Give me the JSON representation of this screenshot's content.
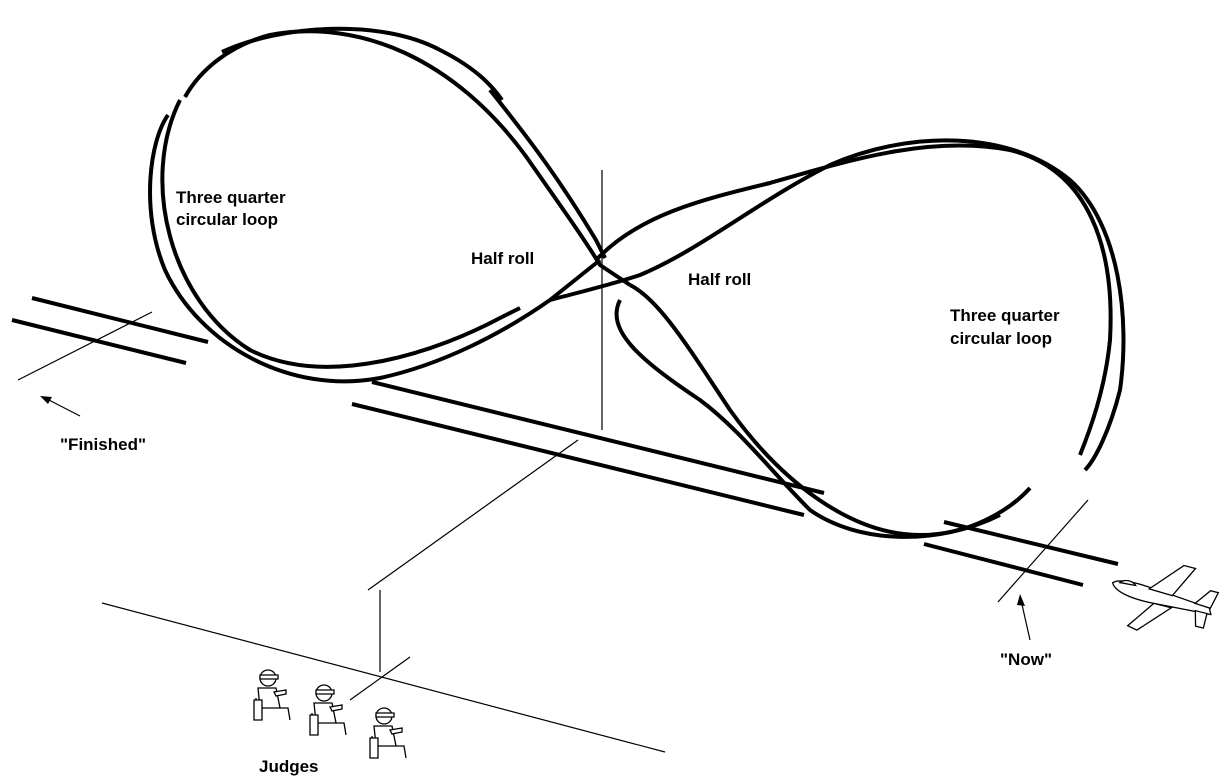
{
  "labels": {
    "loop_left_line1": "Three quarter",
    "loop_left_line2": "circular loop",
    "loop_right_line1": "Three quarter",
    "loop_right_line2": "circular  loop",
    "half_roll_left": "Half roll",
    "half_roll_right": "Half roll",
    "finished": "\"Finished\"",
    "now": "\"Now\"",
    "judges": "Judges"
  },
  "colors": {
    "ink": "#000000",
    "background": "#ffffff"
  },
  "icons": [
    "airplane-icon",
    "judge-figure-icon",
    "arrow-icon"
  ]
}
